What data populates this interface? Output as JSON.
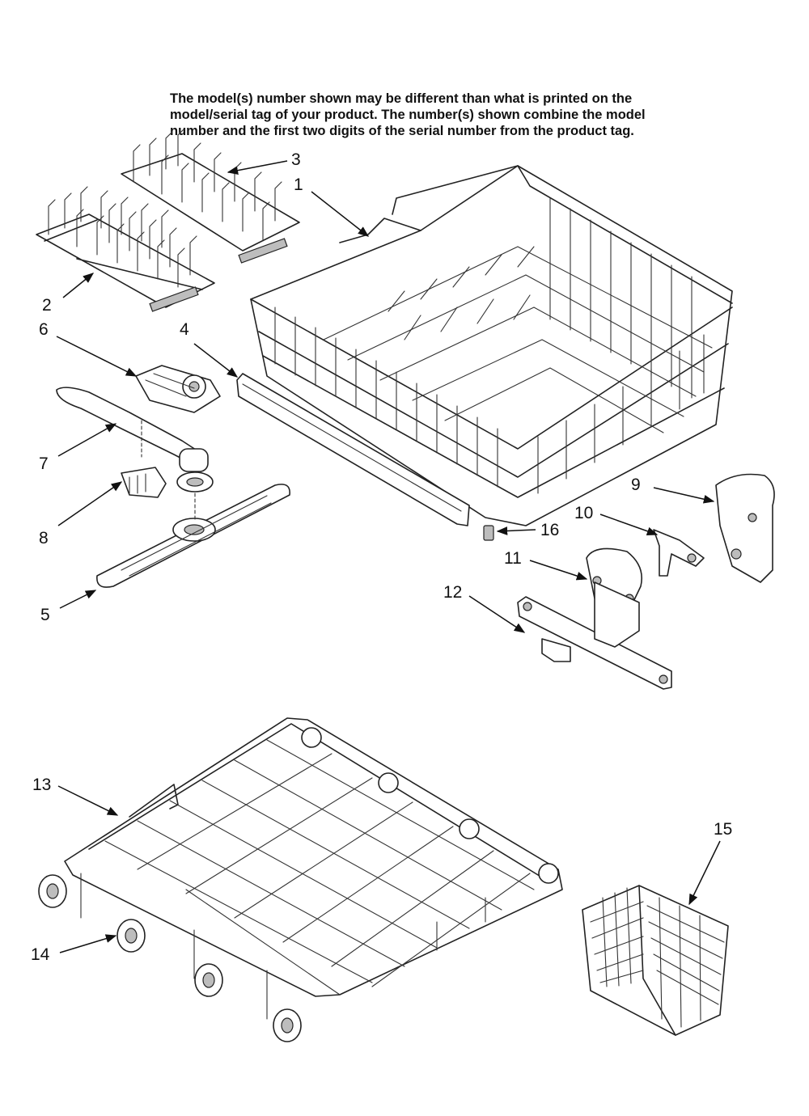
{
  "note": {
    "line1": "The model(s) number shown may be different than what is printed on the",
    "line2": "model/serial tag of your product. The number(s) shown combine the model",
    "line3": "number and the first two digits of the serial number from the product tag."
  },
  "callouts": {
    "c1": "1",
    "c2": "2",
    "c3": "3",
    "c4": "4",
    "c5": "5",
    "c6": "6",
    "c7": "7",
    "c8": "8",
    "c9": "9",
    "c10": "10",
    "c11": "11",
    "c12": "12",
    "c13": "13",
    "c14": "14",
    "c15": "15",
    "c16": "16"
  },
  "colors": {
    "ink": "#222222",
    "background": "#ffffff",
    "shade": "#bdbdbd"
  }
}
